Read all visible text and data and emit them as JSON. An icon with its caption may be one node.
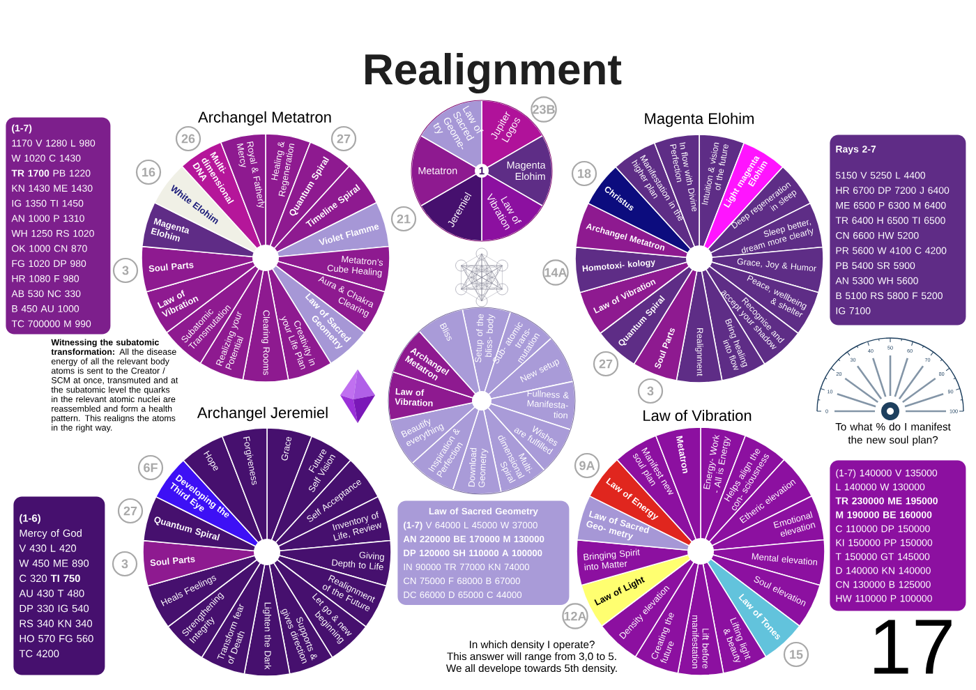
{
  "diagram": {
    "title": "Realignment",
    "nodes": [
      {
        "text": [
          "(1-7)",
          "1170 V 1280 L 980",
          "W 1020 C 1430",
          "**TR 1700** PB 1220",
          "KN 1430 ME 1430",
          "IG 1350 TI 1450",
          "AN 1000 P 1310",
          "WH 1250 RS 1020",
          "OK 1000 CN 870",
          "FG 1020 DP 980",
          "HR 1080 F 980",
          "AB 530 NC 330",
          "B 450 AU 1000",
          "TC 700000 M 990"
        ]
      },
      {
        "text": [
          "Archangel Metatron"
        ]
      },
      {
        "text": [
          "Healing & Regeneration"
        ],
        "in": 1
      },
      {
        "text": [
          "Quantum Spiral"
        ],
        "in": 1
      },
      {
        "text": [
          "Timeline Spiral"
        ],
        "in": 1
      },
      {
        "text": [
          "Violet Flamme"
        ],
        "in": 1
      },
      {
        "text": [
          "Metatron’s Cube Healing"
        ],
        "in": 1
      },
      {
        "text": [
          "Aura & Chakra Clearing"
        ],
        "in": 1
      },
      {
        "text": [
          "Law of Sacred Geometry"
        ],
        "in": 1
      },
      {
        "text": [
          "Creativity in your Life Plan"
        ],
        "in": 1
      },
      {
        "text": [
          "Clearing Rooms"
        ],
        "in": 1
      },
      {
        "text": [
          "Realizing your Potential"
        ],
        "in": 1
      },
      {
        "text": [
          "Subatomic Transmutation"
        ],
        "in": 1
      },
      {
        "text": [
          "Law of Vibration"
        ],
        "in": 1
      },
      {
        "text": [
          "Soul Parts"
        ],
        "in": 1
      },
      {
        "text": [
          "Magenta Elohim"
        ],
        "in": 1
      },
      {
        "text": [
          "White Elohim"
        ],
        "in": 1
      },
      {
        "text": [
          "Multi- dimensional DNA"
        ],
        "in": 1
      },
      {
        "text": [
          "Royal & Fatherly Mercy"
        ],
        "in": 1
      },
      {
        "text": [
          "26"
        ]
      },
      {
        "text": [
          "27"
        ]
      },
      {
        "text": [
          "16"
        ]
      },
      {
        "text": [
          "21"
        ]
      },
      {
        "text": [
          "3"
        ]
      },
      {
        "text": [],
        "shape": "circle"
      },
      {
        "text": [
          "Jupiter Logos"
        ],
        "in": 24
      },
      {
        "text": [
          "Magenta Elohim"
        ],
        "in": 24
      },
      {
        "text": [
          "Law of Vibration"
        ],
        "in": 24
      },
      {
        "text": [
          "Jeremiel"
        ],
        "in": 24
      },
      {
        "text": [
          "Metatron"
        ],
        "in": 24
      },
      {
        "text": [
          "Law of Sacred Geome- try"
        ],
        "in": 24
      },
      {
        "text": [
          "1"
        ],
        "in": 24
      },
      {
        "text": [
          "23B"
        ]
      },
      {
        "text": [
          "Magenta Elohim"
        ]
      },
      {
        "text": [
          "Intuition & vision of the future"
        ],
        "in": 33
      },
      {
        "text": [
          "Light magenta Elohim"
        ],
        "in": 33
      },
      {
        "text": [
          "Deep regeneration in sleep"
        ],
        "in": 33
      },
      {
        "text": [
          "Sleep better, dream more clearly"
        ],
        "in": 33
      },
      {
        "text": [
          "Grace, Joy & Humor"
        ],
        "in": 33
      },
      {
        "text": [
          "Peace, wellbeing & shelter"
        ],
        "in": 33
      },
      {
        "text": [
          "Recognise and accept your shadow"
        ],
        "in": 33
      },
      {
        "text": [
          "Bring healing into flow"
        ],
        "in": 33
      },
      {
        "text": [
          "Realignment"
        ],
        "in": 33
      },
      {
        "text": [
          "Soul Parts"
        ],
        "in": 33
      },
      {
        "text": [
          "Quantum Spiral"
        ],
        "in": 33
      },
      {
        "text": [
          "Law of Vibration"
        ],
        "in": 33
      },
      {
        "text": [
          "Homotoxi- kology"
        ],
        "in": 33
      },
      {
        "text": [
          "Archangel Metatron"
        ],
        "in": 33
      },
      {
        "text": [
          "Christus"
        ],
        "in": 33
      },
      {
        "text": [
          "Manifestation in the higher plan"
        ],
        "in": 33
      },
      {
        "text": [
          "In flow with Divine Perfection"
        ],
        "in": 33
      },
      {
        "text": [
          "18"
        ]
      },
      {
        "text": [
          "14A"
        ]
      },
      {
        "text": [
          "27"
        ]
      },
      {
        "text": [
          "3"
        ]
      },
      {
        "text": [
          "Rays 2-7",
          "5150 V 5250 L 4400",
          "HR 6700 DP 7200 J 6400",
          "ME 6500 P 6300 M 6400",
          "TR 6400 H 6500 TI 6500",
          "CN 6600 HW 5200",
          "PR 5600 W 4100 C 4200",
          "PB 5400 SR 5900",
          "AN 5300 WH 5600",
          "B 5100 RS 5800 F 5200",
          "IG 7100"
        ]
      },
      {
        "text": [],
        "shape": "circle"
      },
      {
        "text": [
          "Setup of the bliss- body"
        ],
        "in": 56
      },
      {
        "text": [
          "Sub- atomic trans- mutation"
        ],
        "in": 56
      },
      {
        "text": [
          "New setup"
        ],
        "in": 56
      },
      {
        "text": [
          "Fullness & Manifesta- tion"
        ],
        "in": 56
      },
      {
        "text": [
          "Wishes are fulfilled"
        ],
        "in": 56
      },
      {
        "text": [
          "Multi- dimensional Spiral"
        ],
        "in": 56
      },
      {
        "text": [
          "Download Geometry"
        ],
        "in": 56
      },
      {
        "text": [
          "Inspiration & Perfection"
        ],
        "in": 56
      },
      {
        "text": [
          "Beautify everything"
        ],
        "in": 56
      },
      {
        "text": [
          "Law of Vibration"
        ],
        "in": 56
      },
      {
        "text": [
          "Archangel Metatron"
        ],
        "in": 56
      },
      {
        "text": [
          "Bliss"
        ],
        "in": 56
      },
      {
        "text": [
          "Archangel Jeremiel"
        ]
      },
      {
        "text": [
          "Grace"
        ],
        "in": 69
      },
      {
        "text": [
          "Future Self Vision"
        ],
        "in": 69
      },
      {
        "text": [
          "Self Acceptance"
        ],
        "in": 69
      },
      {
        "text": [
          "Inventory of Life, Review"
        ],
        "in": 69
      },
      {
        "text": [
          "Giving Depth to Life"
        ],
        "in": 69
      },
      {
        "text": [
          "Realignment of the Future"
        ],
        "in": 69
      },
      {
        "text": [
          "Let go & new beginning"
        ],
        "in": 69
      },
      {
        "text": [
          "Supports & gives direction"
        ],
        "in": 69
      },
      {
        "text": [
          "Lighten the Dark"
        ],
        "in": 69
      },
      {
        "text": [
          "Transform fear of Death"
        ],
        "in": 69
      },
      {
        "text": [
          "Strengthening Integrity"
        ],
        "in": 69
      },
      {
        "text": [
          "Heals Feelings"
        ],
        "in": 69
      },
      {
        "text": [
          "Soul Parts"
        ],
        "in": 69
      },
      {
        "text": [
          "Quantum Spiral"
        ],
        "in": 69
      },
      {
        "text": [
          "Developing the Third Eye"
        ],
        "in": 69
      },
      {
        "text": [
          "Hope"
        ],
        "in": 69
      },
      {
        "text": [
          "Forgiveness"
        ],
        "in": 69
      },
      {
        "text": [
          "6F"
        ]
      },
      {
        "text": [
          "27"
        ]
      },
      {
        "text": [
          "3"
        ]
      },
      {
        "text": [
          "(1-6)",
          "Mercy of God",
          "V 430 L 420",
          "W 450 ME 890",
          "C 320 **TI 750**",
          "AU 430 T 480",
          "DP 330 IG 540",
          "RS 340 KN 340",
          "HO 570 FG 560",
          "TC 4200"
        ]
      },
      {
        "text": [
          "Law of Sacred Geometry",
          "**(1-7)** V 64000 L 45000 W 37000",
          "AN 220000 BE 170000 M 130000",
          "DP 120000 SH 110000 A 100000",
          "IN 90000 TR 77000 KN 74000",
          "CN 75000 F 68000 B 67000",
          "DC 66000 D 65000 C 44000"
        ]
      },
      {
        "text": [
          "Law of Vibration"
        ]
      },
      {
        "text": [
          "Energy- Work - All is Energy"
        ],
        "in": 92
      },
      {
        "text": [
          "Helps align the con- sciousness"
        ],
        "in": 92
      },
      {
        "text": [
          "Etheric elevation"
        ],
        "in": 92
      },
      {
        "text": [
          "Emotional elevation"
        ],
        "in": 92
      },
      {
        "text": [
          "Mental elevation"
        ],
        "in": 92
      },
      {
        "text": [
          "Soul elevation"
        ],
        "in": 92
      },
      {
        "text": [
          "Law of Tones"
        ],
        "in": 92
      },
      {
        "text": [
          "Lifting light & beauty"
        ],
        "in": 92
      },
      {
        "text": [
          "Lift before manifestation"
        ],
        "in": 92
      },
      {
        "text": [
          "Creating the future"
        ],
        "in": 92
      },
      {
        "text": [
          "Density elevation"
        ],
        "in": 92
      },
      {
        "text": [
          "Law of Light"
        ],
        "in": 92
      },
      {
        "text": [
          "Bringing Spirit into Matter"
        ],
        "in": 92
      },
      {
        "text": [
          "Law of Sacred Geo- metry"
        ],
        "in": 92
      },
      {
        "text": [
          "Law of Energy"
        ],
        "in": 92
      },
      {
        "text": [
          "Manifest new soul plan"
        ],
        "in": 92
      },
      {
        "text": [
          "Metatron"
        ],
        "in": 92
      },
      {
        "text": [
          "9A"
        ]
      },
      {
        "text": [
          "12A"
        ]
      },
      {
        "text": [
          "15"
        ]
      },
      {
        "text": [
          "(1-7) 140000 V 135000",
          "L 140000 W 130000",
          "TR 230000 ME 195000",
          "M 190000 BE 160000",
          "C 110000 DP 150000",
          "KI 150000 PP 150000",
          "T 150000 GT 145000",
          "D 140000 KN 140000",
          "CN 130000 B 125000",
          "HW 110000 P 100000"
        ]
      }
    ],
    "labels": [
      "**Witnessing the subatomic transformation:** All the disease energy of all the relevant body atoms is sent to the Creator / SCM at once, transmuted and at the subatomic level the quarks in the relevant atomic nuclei are reassembled and form a health pattern. This realigns the atoms in the right way.",
      "0",
      "10",
      "20",
      "30",
      "40",
      "50",
      "60",
      "70",
      "80",
      "90",
      "100",
      "To what % do I manifest the new soul plan?",
      "In which density I operate?",
      "This answer will range from 3,0 to 5.",
      "We all develope towards 5th density.",
      "17"
    ]
  }
}
